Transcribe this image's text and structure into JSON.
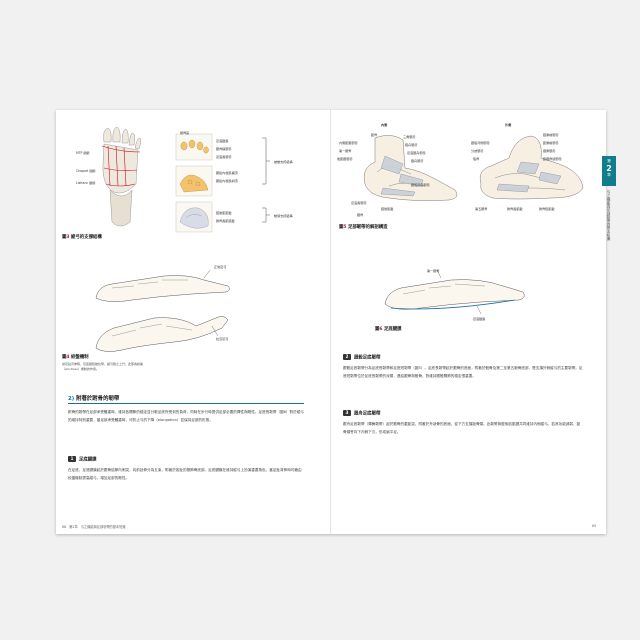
{
  "chapter_tab": {
    "prefix": "第",
    "number": "2",
    "suffix": "章"
  },
  "running_title": "弓之機能與足部韌帶的基本知識",
  "left_page": {
    "figure3": {
      "caption_prefix": "圖",
      "caption_num": "3",
      "caption_text": "縱弓的支撐結構",
      "labels": {
        "mtp": "MTP 關節",
        "chopart": "Chopart 關節",
        "lisfranc": "Lisfranc 關節",
        "top_box": "楔骨區",
        "r1": "足底腱膜",
        "r2": "蹠骨橫韌帶",
        "r3": "足底長韌帶",
        "r4": "蹠趾內收肌橫頭",
        "r5": "蹠趾內收肌斜頭",
        "r6": "脛後肌肌腱",
        "r7": "腓骨長肌肌腱",
        "g1": "被動支撐結構",
        "g2": "動態支撐結構"
      }
    },
    "figure4": {
      "caption_prefix": "圖",
      "caption_num": "4",
      "caption_text": "絞盤機制",
      "note": "當足趾背伸時，足底腱膜被拉緊，縱弓隨之上升；此即為絞盤（windlass）機制的作用。",
      "label_top": "正常足弓",
      "label_bottom": "拉高足弓"
    },
    "section2": {
      "index": "2)",
      "title": "附著於跗骨的韌帶"
    },
    "para1": "跗骨的韌帶在足部承受體重時，維持各關節的穩定並分散足底所受到的負荷，同時在步行時提供足部必要的彈性與剛性。足底長韌帶（圖6）對於縱弓的維持特別重要，當足部承受體重時，可防止弓的下降（elongation）並保持足部的形態。",
    "subsection1": {
      "num": "1",
      "title": "足底腱膜"
    },
    "para2": "在足底，足底腱膜起於跟骨結節內側突，向前延伸分為五束，附著於各趾的基節骨底部。足底腱膜在維持縱弓上扮演重要角色，當足趾背伸時可藉由絞盤機制提高縱弓，增加足部的剛性。",
    "folio": "68　第2章　弓之機能與足部韌帶的基本知識"
  },
  "right_page": {
    "figure5": {
      "caption_prefix": "圖",
      "caption_num": "5",
      "caption_text": "足部韌帶的解剖構造",
      "panel_a": "內側",
      "panel_b": "外側",
      "labels_a": [
        "距骨",
        "內側距跟韌帶",
        "三角韌帶",
        "脛舟韌帶",
        "第一蹠骨",
        "足底跟舟韌帶",
        "後距跟韌帶",
        "跟舟韌帶",
        "跟骰足底韌帶",
        "足底長韌帶",
        "脛後肌腱",
        "跟骨"
      ],
      "labels_b": [
        "脛腓前韌帶",
        "距腓前韌帶",
        "跟腓韌帶",
        "跟骰背側韌帶",
        "分歧韌帶",
        "骰骨",
        "距跟骨間韌帶",
        "第五蹠骨",
        "腓骨長肌腱",
        "腓骨短肌腱"
      ]
    },
    "figure6": {
      "caption_prefix": "圖",
      "caption_num": "6",
      "caption_text": "足底腱膜",
      "label_top": "第一蹠骨",
      "label_bottom": "足底腱膜"
    },
    "subsection2": {
      "num": "2",
      "title": "跟骰足底韌帶"
    },
    "para3": "跟骰足底韌帶分為足底長韌帶和足底短韌帶（圖5）。足底長韌帶起於跟骨的底面，附著於骰骨及第二至第五蹠骨底部，是支撐外側縱弓的主要韌帶。足底短韌帶位於足底長韌帶的深層，連結跟骨與骰骨，對維持跟骰關節的穩定很重要。",
    "subsection3": {
      "num": "3",
      "title": "跟舟足底韌帶"
    },
    "para4": "跟舟足底韌帶（彈簧韌帶）起於跟骨的載距突，附著於舟狀骨的底面，從下方支撐距骨頭。此韌帶與脛後肌肌腱共同維持內側縱弓，若其功能減弱，距骨頭會向下內側下沉，形成扁平足。",
    "folio": "69"
  }
}
